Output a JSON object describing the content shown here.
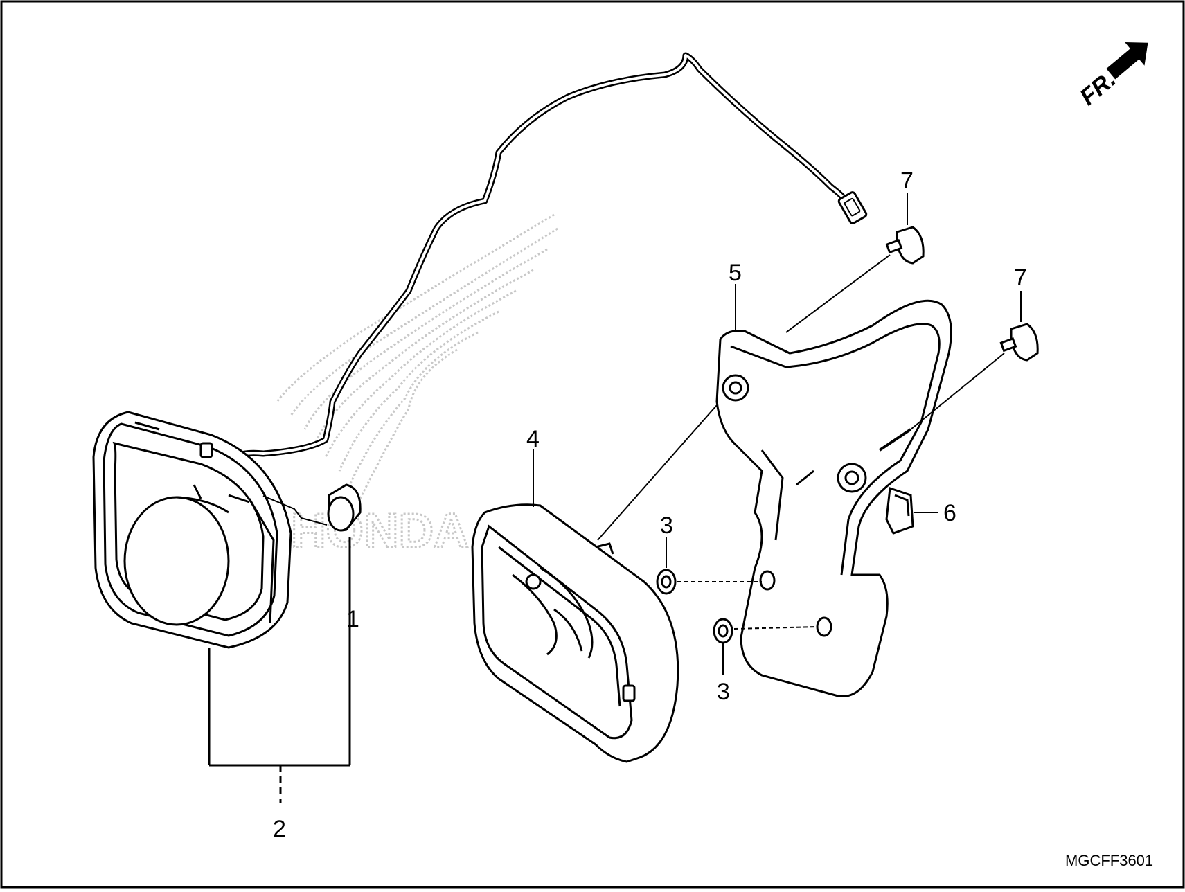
{
  "diagram": {
    "diagram_code": "MGCFF3601",
    "front_indicator": "FR.",
    "callouts": [
      {
        "id": "c1",
        "label": "1"
      },
      {
        "id": "c2",
        "label": "2"
      },
      {
        "id": "c3a",
        "label": "3"
      },
      {
        "id": "c3b",
        "label": "3"
      },
      {
        "id": "c4",
        "label": "4"
      },
      {
        "id": "c5",
        "label": "5"
      },
      {
        "id": "c6",
        "label": "6"
      },
      {
        "id": "c7a",
        "label": "7"
      },
      {
        "id": "c7b",
        "label": "7"
      }
    ],
    "line_color": "#000000",
    "watermark_color": "#c8c8c8"
  }
}
